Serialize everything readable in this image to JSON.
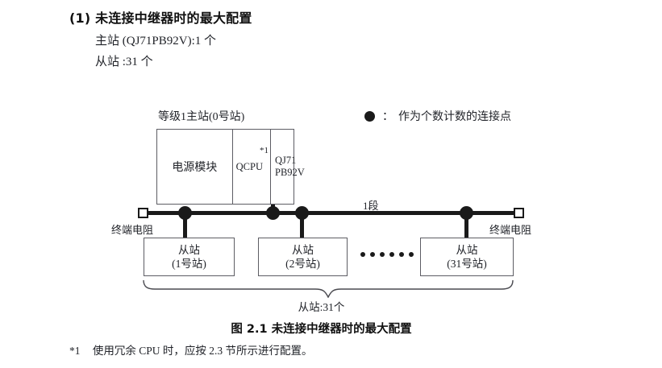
{
  "section": {
    "number": "(1)",
    "title": "未连接中继器时的最大配置",
    "lines": [
      "主站 (QJ71PB92V):1 个",
      "从站 :31 个"
    ]
  },
  "legend": {
    "symbol": "filled-circle",
    "colon": "：",
    "text": "作为个数计数的连接点"
  },
  "master": {
    "label": "等级1主站(0号站)",
    "power_module": "电源模块",
    "cpu": "QCPU",
    "cpu_footnote_mark": "*1",
    "network_line1": "QJ71",
    "network_line2": "PB92V"
  },
  "bus": {
    "segment_label": "1段",
    "terminator_left_label": "终端电阻",
    "terminator_right_label": "终端电阻",
    "node_count": 4
  },
  "slaves": [
    {
      "name": "从站",
      "station": "(1号站)"
    },
    {
      "name": "从站",
      "station": "(2号站)"
    },
    {
      "name": "从站",
      "station": "(31号站)"
    }
  ],
  "ellipsis_dot_count": 6,
  "brace_label": "从站:31个",
  "figure_caption": "图 2.1  未连接中继器时的最大配置",
  "footnote": {
    "mark": "*1",
    "text": "使用冗余 CPU 时，应按 2.3 节所示进行配置。"
  },
  "colors": {
    "ink": "#1a1a1a",
    "box_border": "#5d5d64",
    "text": "#22242a",
    "background": "#ffffff"
  }
}
